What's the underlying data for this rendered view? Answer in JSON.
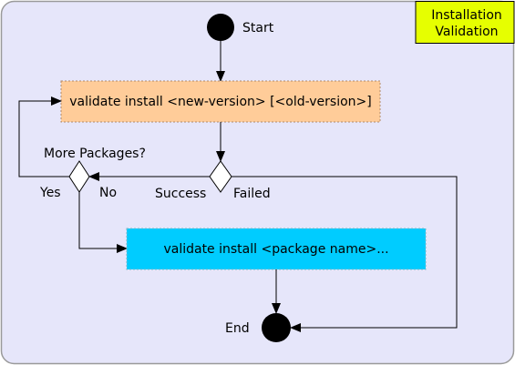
{
  "title": {
    "line1": "Installation",
    "line2": "Validation"
  },
  "nodes": {
    "start_label": "Start",
    "end_label": "End",
    "validate_versions": "validate install <new-version> [<old-version>]",
    "validate_package": "validate install <package name>...",
    "decision_question": "More Packages?"
  },
  "branches": {
    "success": "Success",
    "failed": "Failed",
    "yes": "Yes",
    "no": "No"
  },
  "colors": {
    "background": "#e6e6fa",
    "title_box": "#e6ff00",
    "versions_box": "#ffcc99",
    "package_box": "#00ccff",
    "node_dot": "#000000"
  }
}
